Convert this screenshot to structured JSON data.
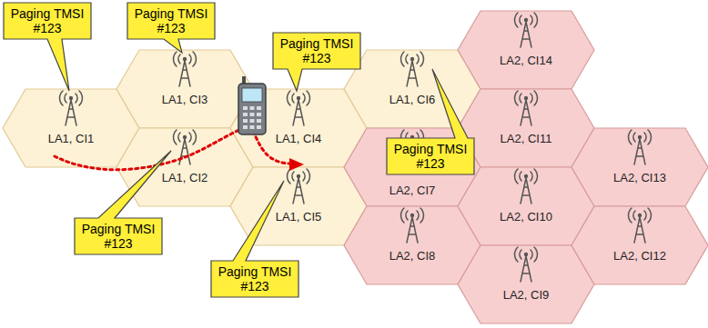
{
  "diagram": {
    "nodes": [
      {
        "text": [
          "LA1, CI1"
        ]
      },
      {
        "text": [
          "LA1, CI3"
        ]
      },
      {
        "text": [
          "LA1, CI2"
        ]
      },
      {
        "text": [
          "LA1, CI4"
        ]
      },
      {
        "text": [
          "LA1, CI5"
        ]
      },
      {
        "text": [
          "LA1, CI6"
        ]
      },
      {
        "text": [
          "LA2, CI7"
        ]
      },
      {
        "text": [
          "LA2, CI8"
        ]
      },
      {
        "text": [
          "LA2, CI14"
        ]
      },
      {
        "text": [
          "LA2, CI11"
        ]
      },
      {
        "text": [
          "LA2, CI10"
        ]
      },
      {
        "text": [
          "LA2, CI9"
        ]
      },
      {
        "text": [
          "LA2, CI13"
        ]
      },
      {
        "text": [
          "LA2, CI12"
        ]
      },
      {
        "text": [
          "Paging TMSI #123"
        ]
      },
      {
        "text": [
          "Paging TMSI #123"
        ]
      },
      {
        "text": [
          "Paging TMSI #123"
        ]
      },
      {
        "text": [
          "Paging TMSI #123"
        ]
      },
      {
        "text": [
          "Paging TMSI #123"
        ]
      },
      {
        "text": [
          "Paging TMSI #123"
        ]
      }
    ]
  }
}
